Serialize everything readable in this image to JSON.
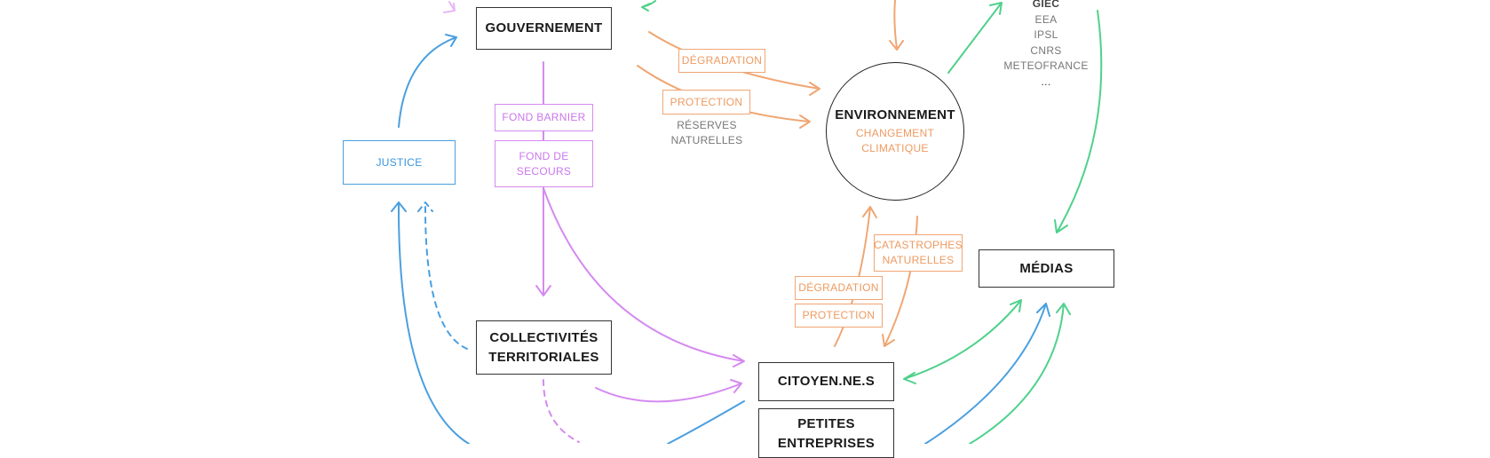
{
  "colors": {
    "blue": "#4a9fe0",
    "purple": "#d58af0",
    "orange": "#f0a674",
    "green": "#4fd18b",
    "node_border": "#333333",
    "grey_text": "#777777"
  },
  "nodes": {
    "gouvernement": "GOUVERNEMENT",
    "justice": "JUSTICE",
    "collectivites": "COLLECTIVITÉS TERRITORIALES",
    "citoyens": "CITOYEN.NE.S",
    "petites_entreprises": "PETITES ENTREPRISES",
    "medias": "MÉDIAS",
    "environnement": "ENVIRONNEMENT",
    "changement_climatique": "CHANGEMENT CLIMATIQUE"
  },
  "labels": {
    "fond_barnier": "FOND BARNIER",
    "fond_de_secours": "FOND DE SECOURS",
    "degradation_top": "DÉGRADATION",
    "protection_top": "PROTECTION",
    "reserves_naturelles": "RÉSERVES NATURELLES",
    "catastrophes_naturelles": "CATASTROPHES NATURELLES",
    "degradation_bottom": "DÉGRADATION",
    "protection_bottom": "PROTECTION"
  },
  "science_orgs": [
    "GIEC",
    "EEA",
    "IPSL",
    "CNRS",
    "METEOFRANCE",
    "..."
  ]
}
